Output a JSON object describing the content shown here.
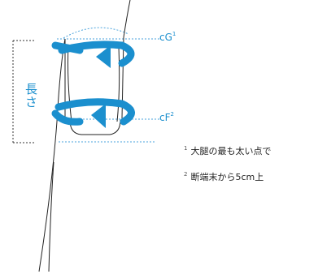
{
  "labels": {
    "length": "長さ",
    "cg": "cG",
    "cg_mark": "1",
    "cf": "cF",
    "cf_mark": "2"
  },
  "notes": [
    {
      "mark": "1",
      "text": "大腿の最も太い点で"
    },
    {
      "mark": "2",
      "text": "断端末から5cm上"
    }
  ],
  "colors": {
    "arrow": "#1b8fce",
    "dotted_line": "#4aa3dc",
    "outline": "#222222"
  }
}
